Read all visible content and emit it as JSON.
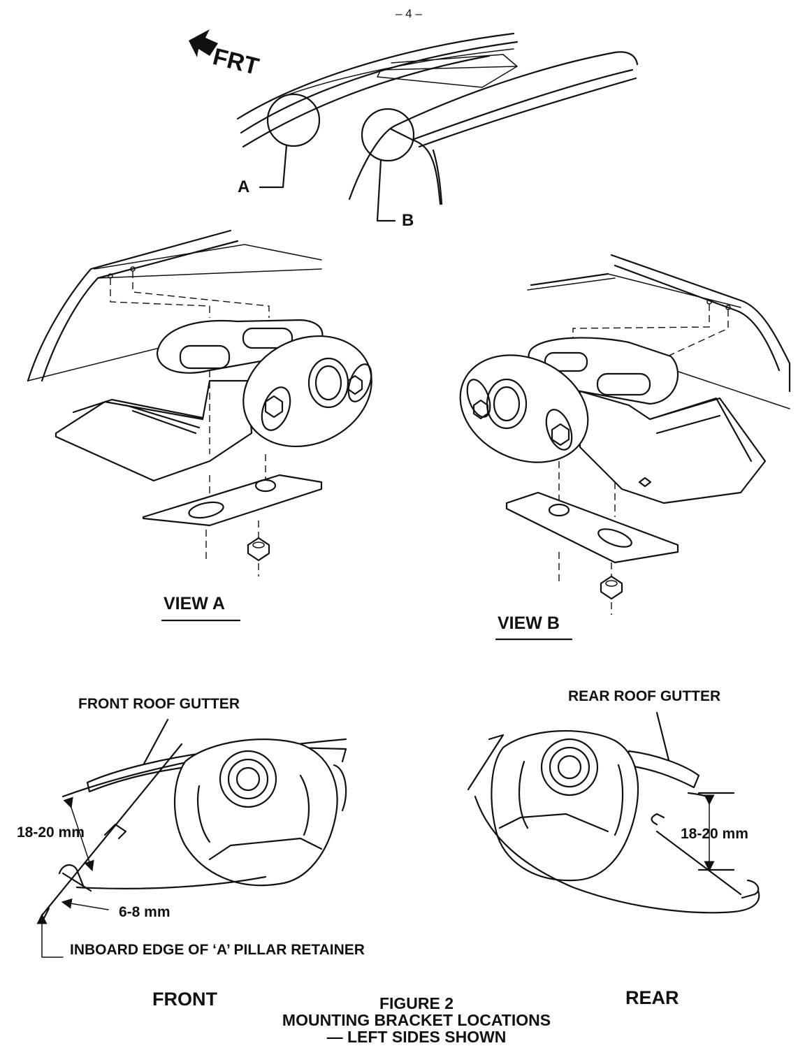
{
  "page_number": "– 4 –",
  "top_diagram": {
    "direction_label": "FRT",
    "callout_a": "A",
    "callout_b": "B"
  },
  "views": {
    "view_a_label": "VIEW A",
    "view_b_label": "VIEW B"
  },
  "front_detail": {
    "gutter_label": "FRONT ROOF GUTTER",
    "gap_dimension": "18-20 mm",
    "offset_dimension": "6-8 mm",
    "edge_label": "INBOARD EDGE OF ‘A’ PILLAR RETAINER",
    "caption": "FRONT"
  },
  "rear_detail": {
    "gutter_label": "REAR ROOF GUTTER",
    "gap_dimension": "18-20 mm",
    "caption": "REAR"
  },
  "figure": {
    "number": "FIGURE 2",
    "title": "MOUNTING BRACKET LOCATIONS",
    "subtitle": "— LEFT SIDES SHOWN"
  }
}
